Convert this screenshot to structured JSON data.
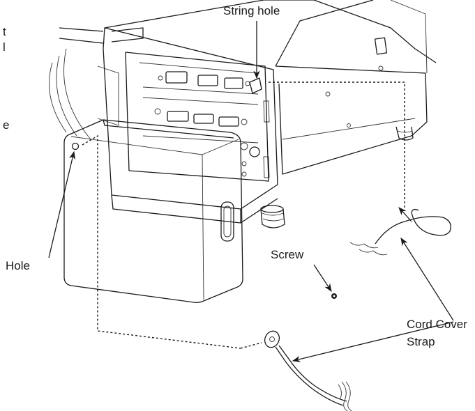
{
  "labels": {
    "string_hole": "String hole",
    "hole": "Hole",
    "screw": "Screw",
    "cord_cover_line1": "Cord Cover",
    "cord_cover_line2": "Strap"
  },
  "side_text_fragments": [
    "t",
    "l",
    "e"
  ]
}
